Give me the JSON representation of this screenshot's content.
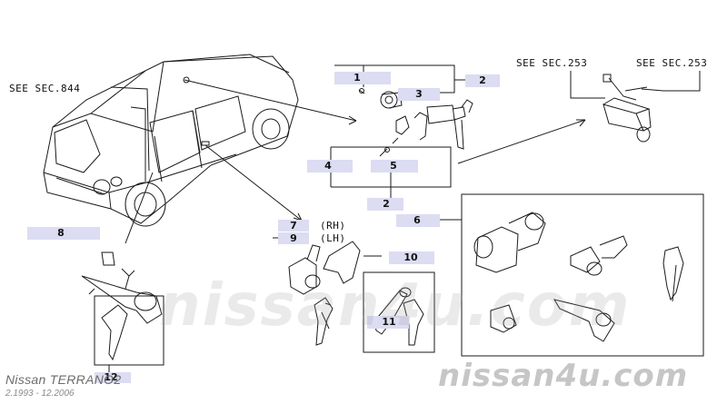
{
  "diagram": {
    "see_sec_844": "SEE SEC.844",
    "see_sec_253_a": "SEE SEC.253",
    "see_sec_253_b": "SEE SEC.253",
    "callouts": {
      "n1": "1",
      "n2a": "2",
      "n3": "3",
      "n4": "4",
      "n5": "5",
      "n2b": "2",
      "n6": "6",
      "n7": "7",
      "n8": "8",
      "n9": "9",
      "n10": "10",
      "n11": "11",
      "n12": "12"
    },
    "side_rh": "(RH)",
    "side_lh": "(LH)",
    "highlight_color": "#dcdcf2",
    "line_color": "#1a1a1a"
  },
  "footer": {
    "model": "Nissan TERRANO2",
    "dates": "2.1993 - 12.2006",
    "brand": "nissan4u.com",
    "watermark": "nissan4u.com"
  }
}
